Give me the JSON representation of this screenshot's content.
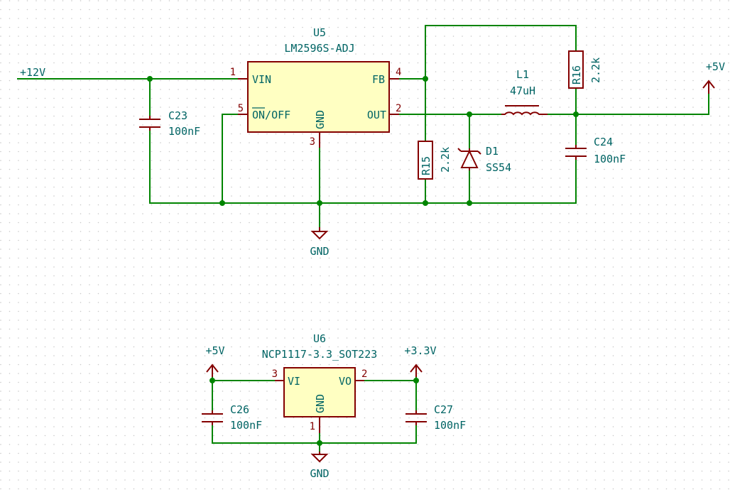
{
  "components": {
    "u5": {
      "ref": "U5",
      "value": "LM2596S-ADJ",
      "pins": {
        "vin_name": "VIN",
        "vin_num": "1",
        "onoff_name": "ON/OFF",
        "onoff_num": "5",
        "gnd_name": "GND",
        "gnd_num": "3",
        "fb_name": "FB",
        "fb_num": "4",
        "out_name": "OUT",
        "out_num": "2"
      }
    },
    "u6": {
      "ref": "U6",
      "value": "NCP1117-3.3_SOT223",
      "pins": {
        "vi_name": "VI",
        "vi_num": "3",
        "gnd_name": "GND",
        "gnd_num": "1",
        "vo_name": "VO",
        "vo_num": "2"
      }
    },
    "c23": {
      "ref": "C23",
      "value": "100nF"
    },
    "c24": {
      "ref": "C24",
      "value": "100nF"
    },
    "c26": {
      "ref": "C26",
      "value": "100nF"
    },
    "c27": {
      "ref": "C27",
      "value": "100nF"
    },
    "r15": {
      "ref": "R15",
      "value": "2.2k"
    },
    "r16": {
      "ref": "R16",
      "value": "2.2k"
    },
    "l1": {
      "ref": "L1",
      "value": "47uH"
    },
    "d1": {
      "ref": "D1",
      "value": "SS54"
    }
  },
  "nets": {
    "p12v": "+12V",
    "p5v_top": "+5V",
    "gnd_top": "GND",
    "p5v_bottom": "+5V",
    "p3v3": "+3.3V",
    "gnd_bottom": "GND"
  },
  "colors": {
    "wire": "#008400",
    "symbol": "#840000",
    "body_fill": "#ffffc2",
    "text": "#006464",
    "grid": "#c8c8c8"
  }
}
